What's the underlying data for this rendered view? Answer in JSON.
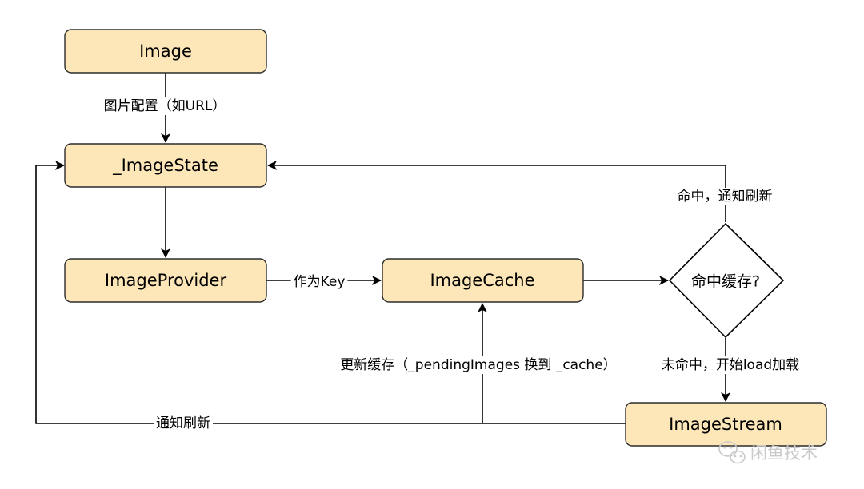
{
  "nodes": {
    "image": "Image",
    "image_state": "_ImageState",
    "image_provider": "ImageProvider",
    "image_cache": "ImageCache",
    "decision": "命中缓存?",
    "image_stream": "ImageStream"
  },
  "edges": {
    "image_to_state": "图片配置（如URL）",
    "provider_to_cache": "作为Key",
    "hit_notify": "命中，通知刷新",
    "miss_load": "未命中，开始load加载",
    "update_cache": "更新缓存（_pendingImages 换到 _cache）",
    "stream_notify": "通知刷新"
  },
  "watermark": {
    "text": "闲鱼技术",
    "icon": "wechat-icon"
  },
  "colors": {
    "node_fill": "#fde7b8",
    "node_stroke": "#2b2b2b",
    "line": "#000000",
    "watermark": "#c9c9c9"
  }
}
